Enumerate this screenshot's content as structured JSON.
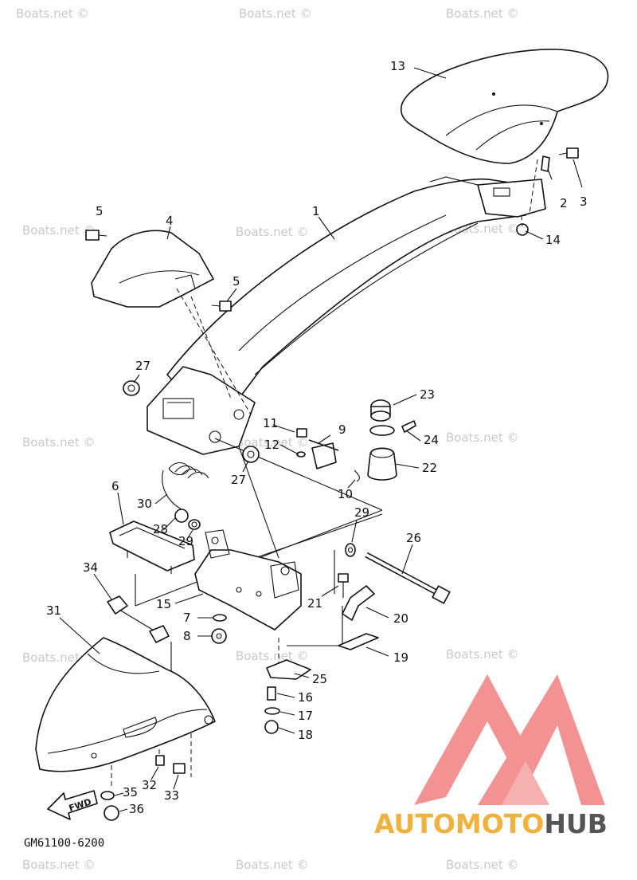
{
  "watermark": "Boats.net ©",
  "diagram_code": "GM61100-6200",
  "fwd_label": "FWD",
  "logo": {
    "part1": "AUTO",
    "part2": "MOTO",
    "part3": "HUB"
  },
  "callouts": {
    "c1": "1",
    "c2": "2",
    "c3": "3",
    "c4": "4",
    "c5a": "5",
    "c5b": "5",
    "c6": "6",
    "c7": "7",
    "c8": "8",
    "c9": "9",
    "c10": "10",
    "c11": "11",
    "c12": "12",
    "c13": "13",
    "c14": "14",
    "c15": "15",
    "c16": "16",
    "c17": "17",
    "c18": "18",
    "c19": "19",
    "c20": "20",
    "c21": "21",
    "c22": "22",
    "c23": "23",
    "c24": "24",
    "c25": "25",
    "c26": "26",
    "c27a": "27",
    "c27b": "27",
    "c28": "28",
    "c29a": "29",
    "c29b": "29",
    "c30": "30",
    "c31": "31",
    "c32": "32",
    "c33": "33",
    "c34": "34",
    "c35": "35",
    "c36": "36"
  }
}
